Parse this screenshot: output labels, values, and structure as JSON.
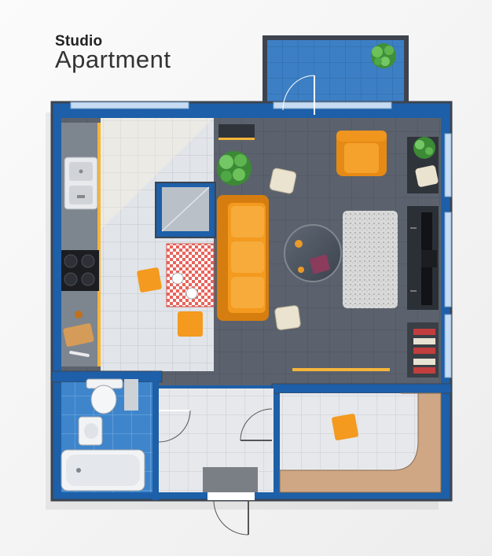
{
  "header": {
    "title_line1": "Studio",
    "title_line2": "Apartment"
  },
  "palette": {
    "wall": "#1d5fa8",
    "wall_outline": "#3d4450",
    "living_floor": "#5b626d",
    "kitchen_floor": "#dfe2e6",
    "bath_floor": "#3a79bf",
    "balcony_floor": "#3b80c6",
    "sofa": "#f39a1f",
    "wardrobe": "#cfa784"
  },
  "rooms": [
    "balcony",
    "kitchen",
    "living-room",
    "bathroom",
    "hallway",
    "dressing-room"
  ]
}
